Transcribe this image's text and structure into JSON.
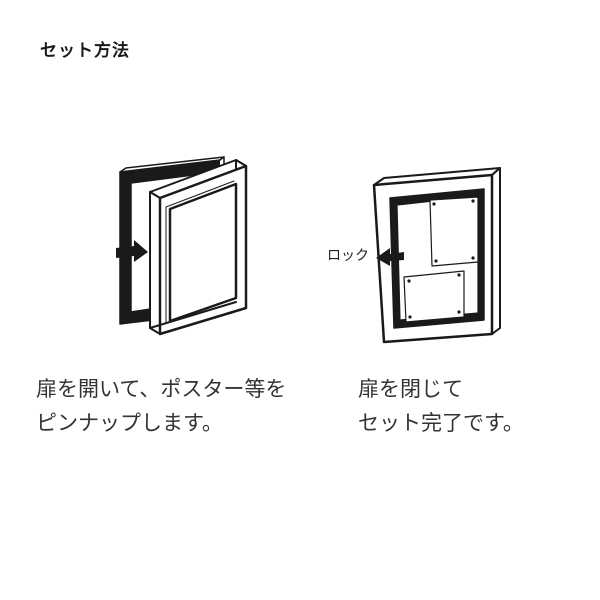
{
  "title": "セット方法",
  "step1": {
    "caption_lines": [
      "扉を開いて、ポスター等を",
      "ピンナップします。"
    ]
  },
  "step2": {
    "lock_label": "ロック",
    "caption_lines": [
      "扉を閉じて",
      "セット完了です。"
    ]
  }
}
